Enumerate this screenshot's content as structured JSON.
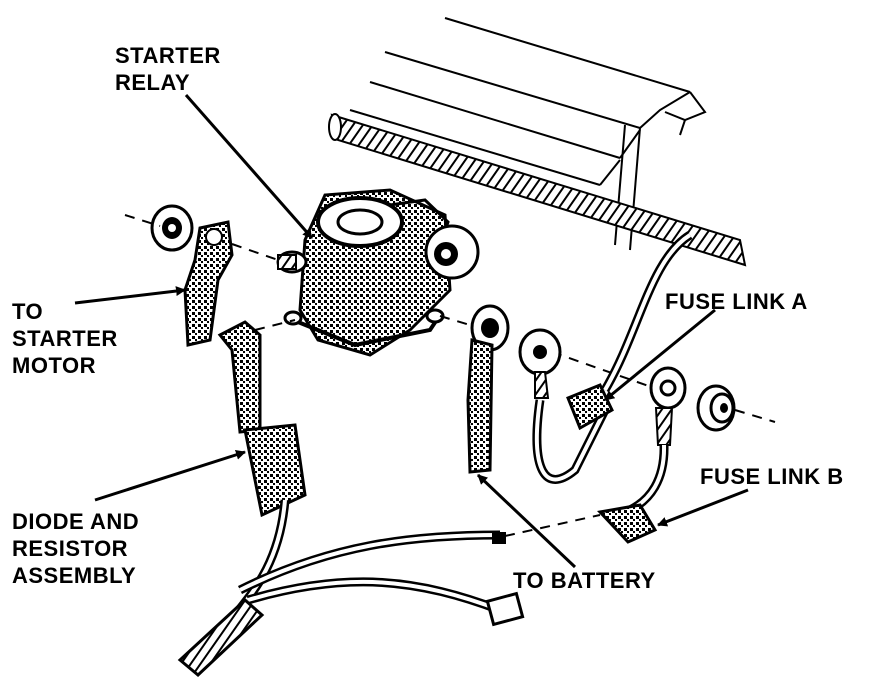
{
  "labels": {
    "starter_relay": [
      "STARTER",
      "RELAY"
    ],
    "to_starter_motor": [
      "TO",
      "STARTER",
      "MOTOR"
    ],
    "fuse_link_a": "FUSE LINK A",
    "fuse_link_b": "FUSE LINK B",
    "diode_resistor": [
      "DIODE AND",
      "RESISTOR",
      "ASSEMBLY"
    ],
    "to_battery": "TO BATTERY"
  },
  "colors": {
    "ink": "#000000",
    "paper": "#ffffff"
  }
}
